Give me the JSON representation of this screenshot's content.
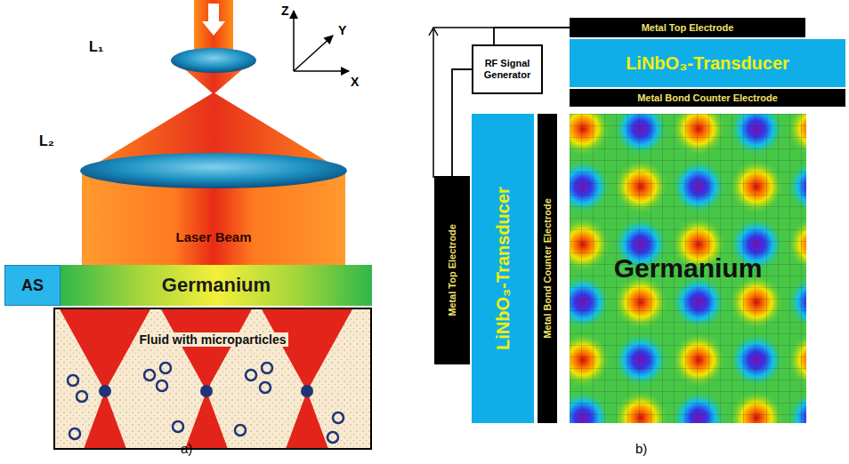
{
  "diagram": {
    "nodes": [
      {
        "text": [
          "Laser Beam"
        ]
      },
      {
        "text": [
          "AS"
        ]
      },
      {
        "text": [
          "Germanium"
        ]
      },
      {
        "text": [
          "Fluid with microparticles"
        ]
      },
      {
        "text": [
          "Metal Top Electrode"
        ]
      },
      {
        "text": [
          "RF Signal Generator"
        ]
      },
      {
        "text": [
          "LiNbO₃-Transducer"
        ]
      },
      {
        "text": [
          "Metal Bond Counter Electrode"
        ]
      },
      {
        "text": [
          "Metal Top Electrode"
        ]
      },
      {
        "text": [
          "LiNbO₃-Transducer"
        ]
      },
      {
        "text": [
          "Metal Bond Counter Electrode"
        ]
      },
      {
        "text": [
          "Germanium"
        ]
      }
    ],
    "edges": [
      {
        "from": 5,
        "to": 4,
        "arrow": "none"
      },
      {
        "from": 5,
        "to": 8,
        "arrow": "none"
      }
    ],
    "labels": [
      "L₁",
      "L₂",
      "Z",
      "Y",
      "X",
      "a)",
      "b)"
    ]
  }
}
